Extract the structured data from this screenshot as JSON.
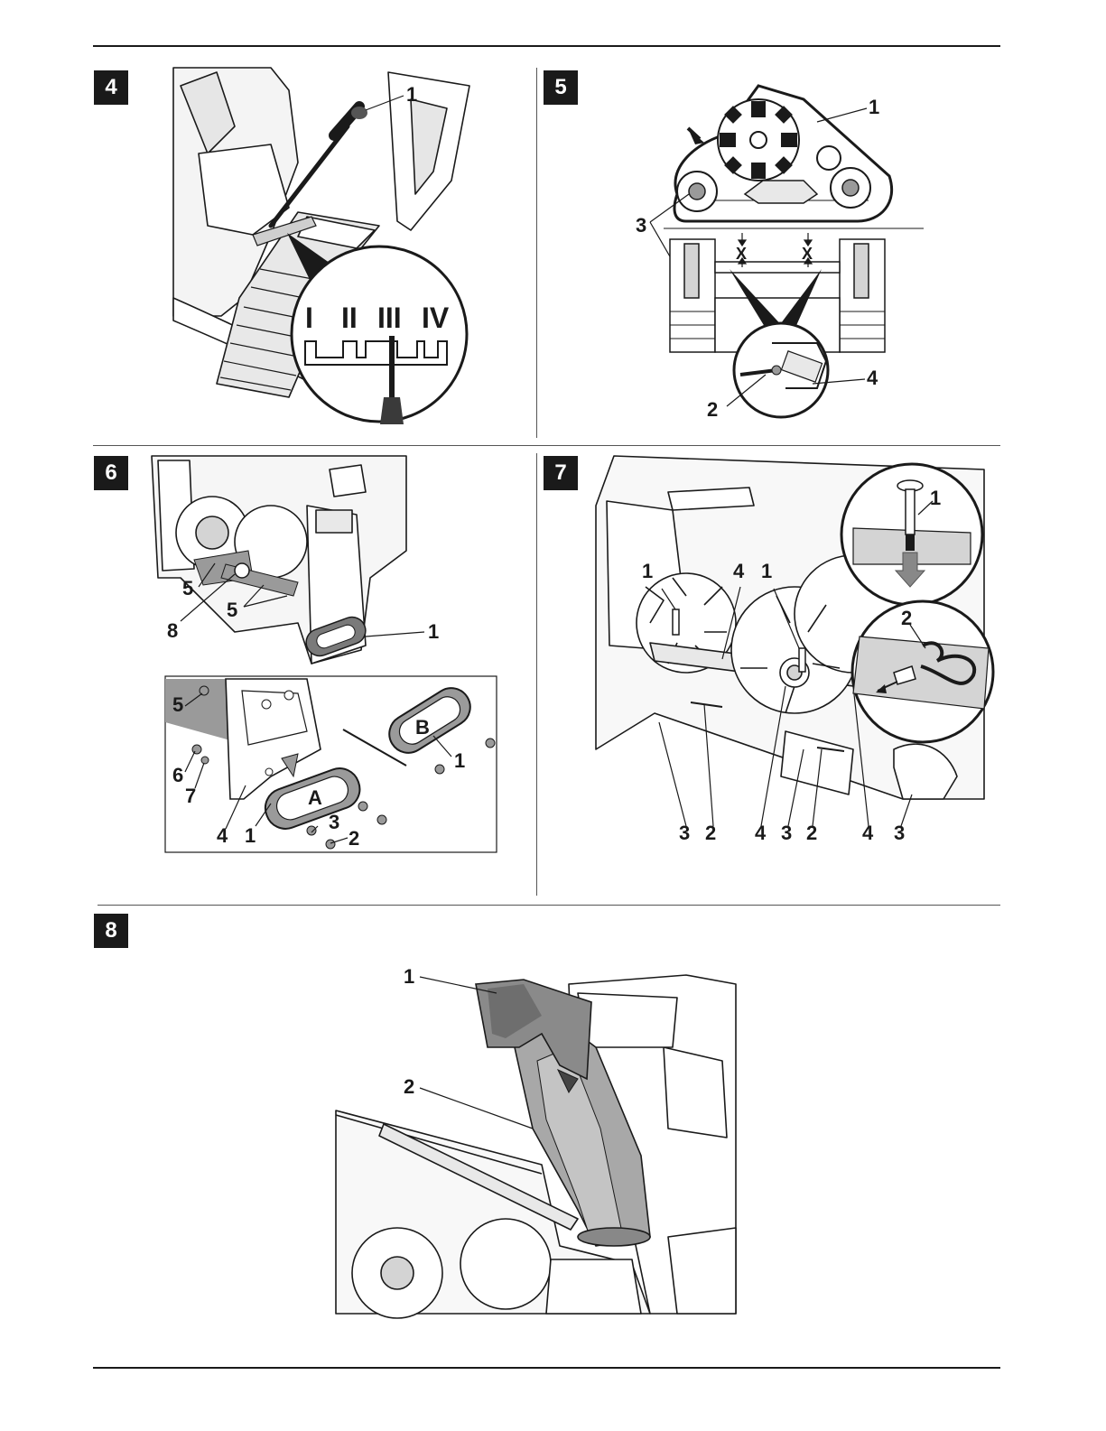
{
  "figures": [
    {
      "id": "4",
      "callouts": [
        "1"
      ],
      "gear_positions": [
        "I",
        "II",
        "III",
        "IV"
      ]
    },
    {
      "id": "5",
      "callouts": [
        "1",
        "2",
        "3",
        "4"
      ],
      "gap_label": "X"
    },
    {
      "id": "6",
      "callouts": [
        "1",
        "5",
        "5",
        "8",
        "5",
        "6",
        "7",
        "4",
        "1",
        "3",
        "2",
        "1"
      ],
      "shoe_labels": [
        "A",
        "B"
      ]
    },
    {
      "id": "7",
      "callouts": [
        "1",
        "4",
        "1",
        "1",
        "2",
        "3",
        "2",
        "4",
        "3",
        "2",
        "4",
        "3"
      ]
    },
    {
      "id": "8",
      "callouts": [
        "1",
        "2"
      ]
    }
  ],
  "colors": {
    "ink": "#1a1a1a",
    "mid_gray": "#9a9a9a",
    "light_gray": "#d4d4d4",
    "line_gray": "#555555"
  }
}
